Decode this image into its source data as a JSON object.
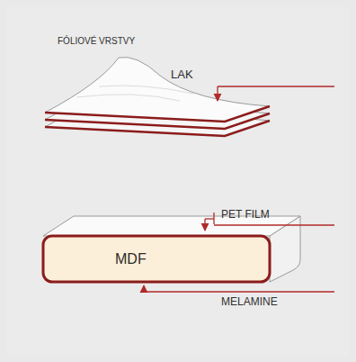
{
  "diagram": {
    "nodes": [
      {
        "text": [
          "MDF"
        ]
      }
    ],
    "labels": [
      "FÓLIOVÉ VRSTVY",
      "LAK",
      "PET FILM",
      "MELAMINE"
    ]
  }
}
